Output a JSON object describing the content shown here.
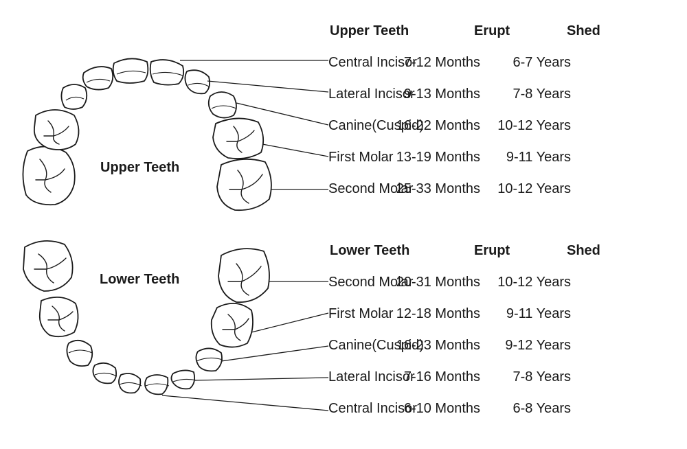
{
  "diagram": {
    "upper_label": "Upper Teeth",
    "lower_label": "Lower Teeth"
  },
  "upper": {
    "headers": {
      "name": "Upper Teeth",
      "erupt": "Erupt",
      "shed": "Shed"
    },
    "rows": [
      {
        "name": "Central Incisor",
        "erupt": "7-12 Months",
        "shed": "6-7 Years"
      },
      {
        "name": "Lateral Incisor",
        "erupt": "9-13 Months",
        "shed": "7-8 Years"
      },
      {
        "name": "Canine(Cuspid)",
        "erupt": "16-22 Months",
        "shed": "10-12 Years"
      },
      {
        "name": "First Molar",
        "erupt": "13-19 Months",
        "shed": "9-11 Years"
      },
      {
        "name": "Second Molar",
        "erupt": "25-33 Months",
        "shed": "10-12 Years"
      }
    ]
  },
  "lower": {
    "headers": {
      "name": "Lower Teeth",
      "erupt": "Erupt",
      "shed": "Shed"
    },
    "rows": [
      {
        "name": "Second Molar",
        "erupt": "20-31 Months",
        "shed": "10-12 Years"
      },
      {
        "name": "First Molar",
        "erupt": "12-18 Months",
        "shed": "9-11 Years"
      },
      {
        "name": "Canine(Cuspid)",
        "erupt": "16-23 Months",
        "shed": "9-12 Years"
      },
      {
        "name": "Lateral Incisor",
        "erupt": "7-16 Months",
        "shed": "7-8 Years"
      },
      {
        "name": "Central Incisor",
        "erupt": "6-10 Months",
        "shed": "6-8 Years"
      }
    ]
  }
}
